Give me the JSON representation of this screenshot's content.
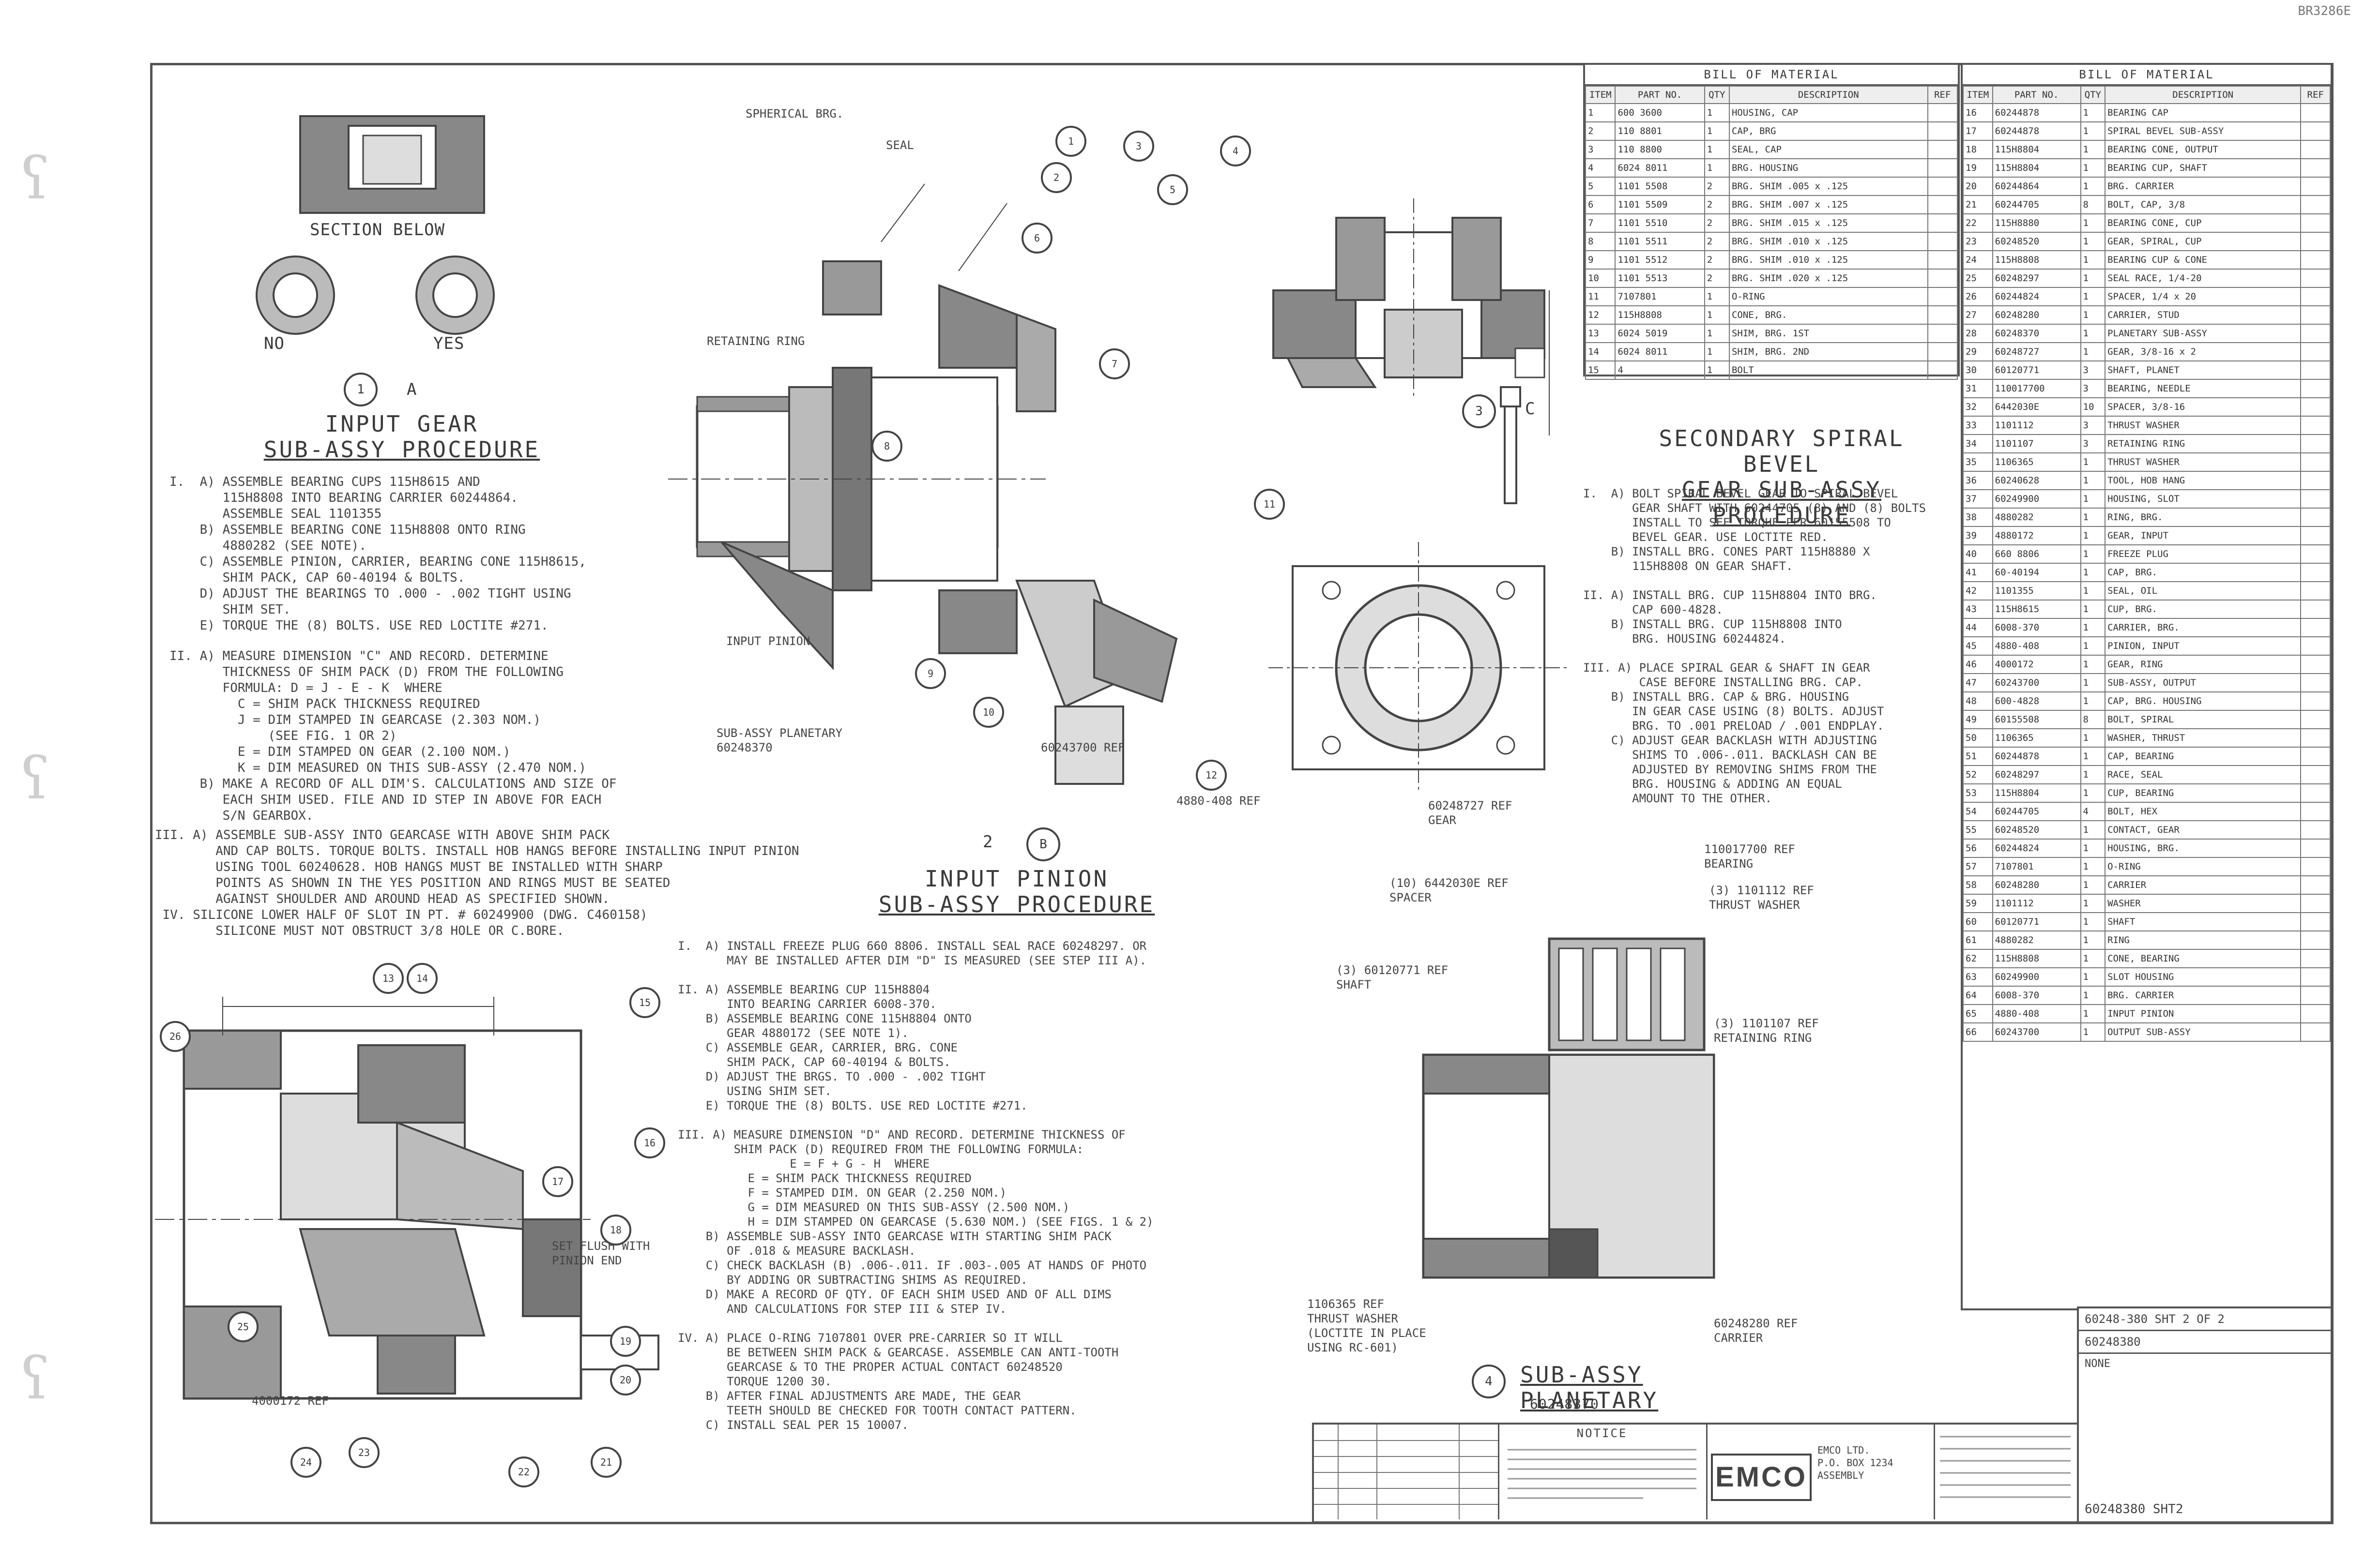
{
  "sheet": {
    "corner_ref": "BR3286E",
    "section_label": "SECTION BELOW",
    "no_label": "NO",
    "yes_label": "YES"
  },
  "sections": {
    "s1": {
      "num": "1",
      "letter": "A",
      "title1": "INPUT GEAR",
      "title2": "SUB-ASSY PROCEDURE"
    },
    "s2": {
      "num": "2",
      "letter": "B",
      "title1": "INPUT PINION",
      "title2": "SUB-ASSY PROCEDURE"
    },
    "s3": {
      "num": "3",
      "letter": "C",
      "title1": "SECONDARY SPIRAL BEVEL",
      "title2": "GEAR SUB-ASSY PROCEDURE"
    },
    "s4": {
      "num": "4",
      "title": "SUB-ASSY PLANETARY",
      "sub": "60248370"
    }
  },
  "procedures": {
    "p1a": "I.  A) ASSEMBLE BEARING CUPS 115H8615 AND\n       115H8808 INTO BEARING CARRIER 60244864.\n       ASSEMBLE SEAL 1101355\n    B) ASSEMBLE BEARING CONE 115H8808 ONTO RING\n       4880282 (SEE NOTE).\n    C) ASSEMBLE PINION, CARRIER, BEARING CONE 115H8615,\n       SHIM PACK, CAP 60-40194 & BOLTS.\n    D) ADJUST THE BEARINGS TO .000 - .002 TIGHT USING\n       SHIM SET.\n    E) TORQUE THE (8) BOLTS. USE RED LOCTITE #271.",
    "p1b": "II. A) MEASURE DIMENSION \"C\" AND RECORD. DETERMINE\n       THICKNESS OF SHIM PACK (D) FROM THE FOLLOWING\n       FORMULA: D = J - E - K  WHERE\n         C = SHIM PACK THICKNESS REQUIRED\n         J = DIM STAMPED IN GEARCASE (2.303 NOM.)\n             (SEE FIG. 1 OR 2)\n         E = DIM STAMPED ON GEAR (2.100 NOM.)\n         K = DIM MEASURED ON THIS SUB-ASSY (2.470 NOM.)\n    B) MAKE A RECORD OF ALL DIM'S. CALCULATIONS AND SIZE OF\n       EACH SHIM USED. FILE AND ID STEP IN ABOVE FOR EACH\n       S/N GEARBOX.",
    "p1c": "III. A) ASSEMBLE SUB-ASSY INTO GEARCASE WITH ABOVE SHIM PACK\n        AND CAP BOLTS. TORQUE BOLTS. INSTALL HOB HANGS BEFORE INSTALLING INPUT PINION\n        USING TOOL 60240628. HOB HANGS MUST BE INSTALLED WITH SHARP\n        POINTS AS SHOWN IN THE YES POSITION AND RINGS MUST BE SEATED\n        AGAINST SHOULDER AND AROUND HEAD AS SPECIFIED SHOWN.\n IV. SILICONE LOWER HALF OF SLOT IN PT. # 60249900 (DWG. C460158)\n        SILICONE MUST NOT OBSTRUCT 3/8 HOLE OR C.BORE.",
    "p2": "I.  A) INSTALL FREEZE PLUG 660 8806. INSTALL SEAL RACE 60248297. OR\n       MAY BE INSTALLED AFTER DIM \"D\" IS MEASURED (SEE STEP III A).\n\nII. A) ASSEMBLE BEARING CUP 115H8804\n       INTO BEARING CARRIER 6008-370.\n    B) ASSEMBLE BEARING CONE 115H8804 ONTO\n       GEAR 4880172 (SEE NOTE 1).\n    C) ASSEMBLE GEAR, CARRIER, BRG. CONE\n       SHIM PACK, CAP 60-40194 & BOLTS.\n    D) ADJUST THE BRGS. TO .000 - .002 TIGHT\n       USING SHIM SET.\n    E) TORQUE THE (8) BOLTS. USE RED LOCTITE #271.\n\nIII. A) MEASURE DIMENSION \"D\" AND RECORD. DETERMINE THICKNESS OF\n        SHIM PACK (D) REQUIRED FROM THE FOLLOWING FORMULA:\n                E = F + G - H  WHERE\n          E = SHIM PACK THICKNESS REQUIRED\n          F = STAMPED DIM. ON GEAR (2.250 NOM.)\n          G = DIM MEASURED ON THIS SUB-ASSY (2.500 NOM.)\n          H = DIM STAMPED ON GEARCASE (5.630 NOM.) (SEE FIGS. 1 & 2)\n    B) ASSEMBLE SUB-ASSY INTO GEARCASE WITH STARTING SHIM PACK\n       OF .018 & MEASURE BACKLASH.\n    C) CHECK BACKLASH (B) .006-.011. IF .003-.005 AT HANDS OF PHOTO\n       BY ADDING OR SUBTRACTING SHIMS AS REQUIRED.\n    D) MAKE A RECORD OF QTY. OF EACH SHIM USED AND OF ALL DIMS\n       AND CALCULATIONS FOR STEP III & STEP IV.\n\nIV. A) PLACE O-RING 7107801 OVER PRE-CARRIER SO IT WILL\n       BE BETWEEN SHIM PACK & GEARCASE. ASSEMBLE CAN ANTI-TOOTH\n       GEARCASE & TO THE PROPER ACTUAL CONTACT 60248520\n       TORQUE 1200 30.\n    B) AFTER FINAL ADJUSTMENTS ARE MADE, THE GEAR\n       TEETH SHOULD BE CHECKED FOR TOOTH CONTACT PATTERN.\n    C) INSTALL SEAL PER 15 10007.",
    "p3": "I.  A) BOLT SPIRAL BEVEL GEAR TO SPIRAL BEVEL\n       GEAR SHAFT WITH 60244705 (8) AND (8) BOLTS\n       INSTALL TO SEE TORQUE PER 60155508 TO\n       BEVEL GEAR. USE LOCTITE RED.\n    B) INSTALL BRG. CONES PART 115H8880 X\n       115H8808 ON GEAR SHAFT.\n\nII. A) INSTALL BRG. CUP 115H8804 INTO BRG.\n       CAP 600-4828.\n    B) INSTALL BRG. CUP 115H8808 INTO\n       BRG. HOUSING 60244824.\n\nIII. A) PLACE SPIRAL GEAR & SHAFT IN GEAR\n        CASE BEFORE INSTALLING BRG. CAP.\n    B) INSTALL BRG. CAP & BRG. HOUSING\n       IN GEAR CASE USING (8) BOLTS. ADJUST\n       BRG. TO .001 PRELOAD / .001 ENDPLAY.\n    C) ADJUST GEAR BACKLASH WITH ADJUSTING\n       SHIMS TO .006-.011. BACKLASH CAN BE\n       ADJUSTED BY REMOVING SHIMS FROM THE\n       BRG. HOUSING & ADDING AN EQUAL\n       AMOUNT TO THE OTHER."
  },
  "callouts": {
    "c1": "SPHERICAL BRG.",
    "c2": "SEAL",
    "c3": "RETAINING RING",
    "c4": "INPUT PINION",
    "c5": "SUB-ASSY PLANETARY\n60248370",
    "c6": "4880-408 REF",
    "c7": "60243700 REF",
    "c8": "60248727 REF\nGEAR",
    "c9": "110017700 REF\nBEARING",
    "c10": "(10) 6442030E REF\nSPACER",
    "c11": "(3) 1101112 REF\nTHRUST WASHER",
    "c12": "(3) 60120771 REF\nSHAFT",
    "c13": "(3) 1101107 REF\nRETAINING RING",
    "c14": "1106365 REF\nTHRUST WASHER\n(LOCTITE IN PLACE\nUSING RC-601)",
    "c15": "60248280 REF\nCARRIER",
    "c16": "SET FLUSH WITH\nPINION END",
    "c17": "4000172 REF"
  },
  "bom_left": {
    "title": "BILL OF MATERIAL",
    "headers": [
      "ITEM",
      "PART NO.",
      "QTY",
      "DESCRIPTION",
      "REF"
    ],
    "rows": [
      [
        "1",
        "600 3600",
        "1",
        "HOUSING, CAP",
        ""
      ],
      [
        "2",
        "110 8801",
        "1",
        "CAP, BRG",
        ""
      ],
      [
        "3",
        "110 8800",
        "1",
        "SEAL, CAP",
        ""
      ],
      [
        "4",
        "6024 8011",
        "1",
        "BRG. HOUSING",
        ""
      ],
      [
        "5",
        "1101 5508",
        "2",
        "BRG. SHIM .005 x .125",
        ""
      ],
      [
        "6",
        "1101 5509",
        "2",
        "BRG. SHIM .007 x .125",
        ""
      ],
      [
        "7",
        "1101 5510",
        "2",
        "BRG. SHIM .015 x .125",
        ""
      ],
      [
        "8",
        "1101 5511",
        "2",
        "BRG. SHIM .010 x .125",
        ""
      ],
      [
        "9",
        "1101 5512",
        "2",
        "BRG. SHIM .010 x .125",
        ""
      ],
      [
        "10",
        "1101 5513",
        "2",
        "BRG. SHIM .020 x .125",
        ""
      ],
      [
        "11",
        "7107801",
        "1",
        "O-RING",
        ""
      ],
      [
        "12",
        "115H8808",
        "1",
        "CONE, BRG.",
        ""
      ],
      [
        "13",
        "6024 5019",
        "1",
        "SHIM, BRG. 1ST",
        ""
      ],
      [
        "14",
        "6024 8011",
        "1",
        "SHIM, BRG. 2ND",
        ""
      ],
      [
        "15",
        "4",
        "1",
        "BOLT",
        ""
      ]
    ]
  },
  "bom_right": {
    "title": "BILL OF MATERIAL",
    "headers": [
      "ITEM",
      "PART NO.",
      "QTY",
      "DESCRIPTION",
      "REF"
    ],
    "rows": [
      [
        "16",
        "60244878",
        "1",
        "BEARING CAP",
        ""
      ],
      [
        "17",
        "60244878",
        "1",
        "SPIRAL BEVEL SUB-ASSY",
        ""
      ],
      [
        "18",
        "115H8804",
        "1",
        "BEARING CONE, OUTPUT",
        ""
      ],
      [
        "19",
        "115H8804",
        "1",
        "BEARING CUP, SHAFT",
        ""
      ],
      [
        "20",
        "60244864",
        "1",
        "BRG. CARRIER",
        ""
      ],
      [
        "21",
        "60244705",
        "8",
        "BOLT, CAP, 3/8",
        ""
      ],
      [
        "22",
        "115H8880",
        "1",
        "BEARING CONE, CUP",
        ""
      ],
      [
        "23",
        "60248520",
        "1",
        "GEAR, SPIRAL, CUP",
        ""
      ],
      [
        "24",
        "115H8808",
        "1",
        "BEARING CUP & CONE",
        ""
      ],
      [
        "25",
        "60248297",
        "1",
        "SEAL RACE, 1/4-20",
        ""
      ],
      [
        "26",
        "60244824",
        "1",
        "SPACER, 1/4 x 20",
        ""
      ],
      [
        "27",
        "60248280",
        "1",
        "CARRIER, STUD",
        ""
      ],
      [
        "28",
        "60248370",
        "1",
        "PLANETARY SUB-ASSY",
        ""
      ],
      [
        "29",
        "60248727",
        "1",
        "GEAR, 3/8-16 x 2",
        ""
      ],
      [
        "30",
        "60120771",
        "3",
        "SHAFT, PLANET",
        ""
      ],
      [
        "31",
        "110017700",
        "3",
        "BEARING, NEEDLE",
        ""
      ],
      [
        "32",
        "6442030E",
        "10",
        "SPACER, 3/8-16",
        ""
      ],
      [
        "33",
        "1101112",
        "3",
        "THRUST WASHER",
        ""
      ],
      [
        "34",
        "1101107",
        "3",
        "RETAINING RING",
        ""
      ],
      [
        "35",
        "1106365",
        "1",
        "THRUST WASHER",
        ""
      ],
      [
        "36",
        "60240628",
        "1",
        "TOOL, HOB HANG",
        ""
      ],
      [
        "37",
        "60249900",
        "1",
        "HOUSING, SLOT",
        ""
      ],
      [
        "38",
        "4880282",
        "1",
        "RING, BRG.",
        ""
      ],
      [
        "39",
        "4880172",
        "1",
        "GEAR, INPUT",
        ""
      ],
      [
        "40",
        "660 8806",
        "1",
        "FREEZE PLUG",
        ""
      ],
      [
        "41",
        "60-40194",
        "1",
        "CAP, BRG.",
        ""
      ],
      [
        "42",
        "1101355",
        "1",
        "SEAL, OIL",
        ""
      ],
      [
        "43",
        "115H8615",
        "1",
        "CUP, BRG.",
        ""
      ],
      [
        "44",
        "6008-370",
        "1",
        "CARRIER, BRG.",
        ""
      ],
      [
        "45",
        "4880-408",
        "1",
        "PINION, INPUT",
        ""
      ],
      [
        "46",
        "4000172",
        "1",
        "GEAR, RING",
        ""
      ],
      [
        "47",
        "60243700",
        "1",
        "SUB-ASSY, OUTPUT",
        ""
      ],
      [
        "48",
        "600-4828",
        "1",
        "CAP, BRG. HOUSING",
        ""
      ],
      [
        "49",
        "60155508",
        "8",
        "BOLT, SPIRAL",
        ""
      ],
      [
        "50",
        "1106365",
        "1",
        "WASHER, THRUST",
        ""
      ],
      [
        "51",
        "60244878",
        "1",
        "CAP, BEARING",
        ""
      ],
      [
        "52",
        "60248297",
        "1",
        "RACE, SEAL",
        ""
      ],
      [
        "53",
        "115H8804",
        "1",
        "CUP, BEARING",
        ""
      ],
      [
        "54",
        "60244705",
        "4",
        "BOLT, HEX",
        ""
      ],
      [
        "55",
        "60248520",
        "1",
        "CONTACT, GEAR",
        ""
      ],
      [
        "56",
        "60244824",
        "1",
        "HOUSING, BRG.",
        ""
      ],
      [
        "57",
        "7107801",
        "1",
        "O-RING",
        ""
      ],
      [
        "58",
        "60248280",
        "1",
        "CARRIER",
        ""
      ],
      [
        "59",
        "1101112",
        "1",
        "WASHER",
        ""
      ],
      [
        "60",
        "60120771",
        "1",
        "SHAFT",
        ""
      ],
      [
        "61",
        "4880282",
        "1",
        "RING",
        ""
      ],
      [
        "62",
        "115H8808",
        "1",
        "CONE, BEARING",
        ""
      ],
      [
        "63",
        "60249900",
        "1",
        "SLOT HOUSING",
        ""
      ],
      [
        "64",
        "6008-370",
        "1",
        "BRG. CARRIER",
        ""
      ],
      [
        "65",
        "4880-408",
        "1",
        "INPUT PINION",
        ""
      ],
      [
        "66",
        "60243700",
        "1",
        "OUTPUT SUB-ASSY",
        ""
      ]
    ]
  },
  "title_block": {
    "notice_title": "NOTICE",
    "logo": "EMCO",
    "company": "EMCO LTD.\nP.O. BOX 1234\nASSEMBLY",
    "dwg_no": "60248-380 SHT 2 OF 2",
    "dwg_no2": "60248380",
    "scale": "NONE",
    "bottom_ref": "60248380 SHT2"
  }
}
